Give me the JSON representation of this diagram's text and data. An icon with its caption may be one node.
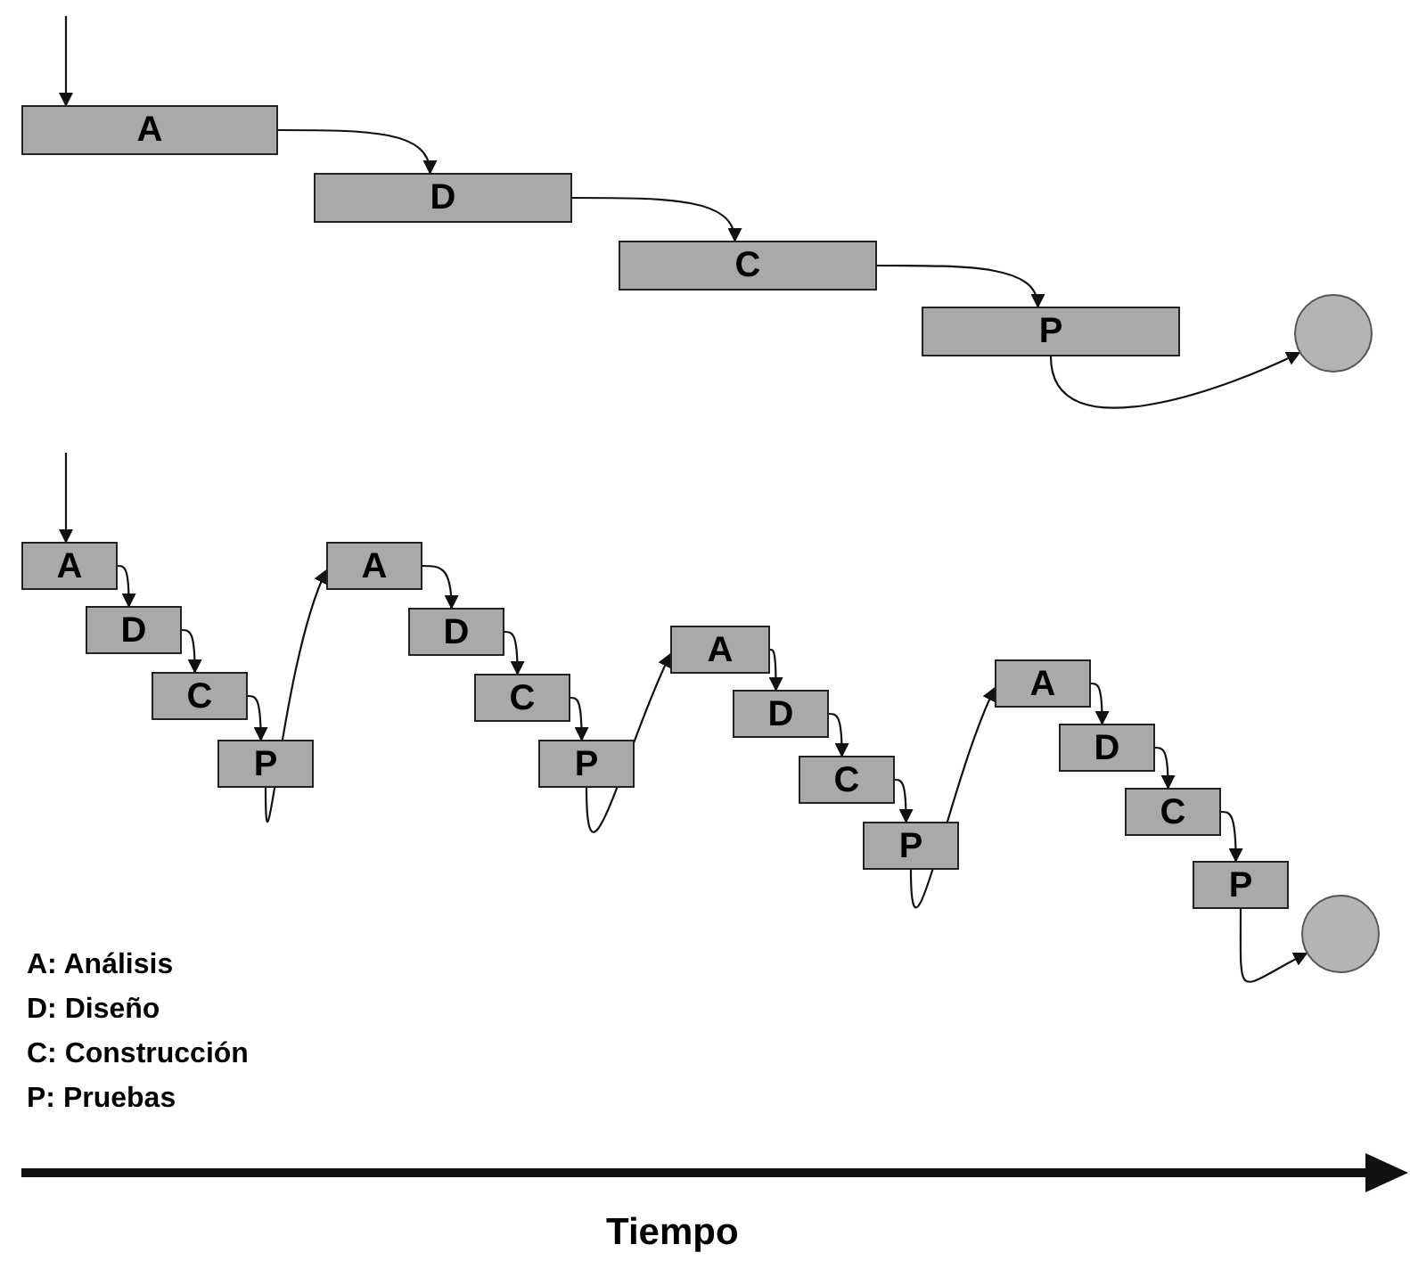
{
  "diagram": {
    "nodes": [
      {
        "text": [
          "A"
        ]
      },
      {
        "text": [
          "D"
        ]
      },
      {
        "text": [
          "C"
        ]
      },
      {
        "text": [
          "P"
        ]
      },
      {
        "text": [],
        "shape": "circle"
      },
      {
        "text": [
          "A"
        ]
      },
      {
        "text": [
          "D"
        ]
      },
      {
        "text": [
          "C"
        ]
      },
      {
        "text": [
          "P"
        ]
      },
      {
        "text": [
          "A"
        ]
      },
      {
        "text": [
          "D"
        ]
      },
      {
        "text": [
          "C"
        ]
      },
      {
        "text": [
          "P"
        ]
      },
      {
        "text": [
          "A"
        ]
      },
      {
        "text": [
          "D"
        ]
      },
      {
        "text": [
          "C"
        ]
      },
      {
        "text": [
          "P"
        ]
      },
      {
        "text": [
          "A"
        ]
      },
      {
        "text": [
          "D"
        ]
      },
      {
        "text": [
          "C"
        ]
      },
      {
        "text": [
          "P"
        ]
      },
      {
        "text": [],
        "shape": "circle"
      }
    ],
    "edges": [
      {
        "from": null,
        "to": 0,
        "arrow": "to"
      },
      {
        "from": 0,
        "to": 1,
        "arrow": "to"
      },
      {
        "from": 1,
        "to": 2,
        "arrow": "to"
      },
      {
        "from": 2,
        "to": 3,
        "arrow": "to"
      },
      {
        "from": 3,
        "to": 4,
        "arrow": "to"
      },
      {
        "from": null,
        "to": 5,
        "arrow": "to"
      },
      {
        "from": 5,
        "to": 6,
        "arrow": "to"
      },
      {
        "from": 6,
        "to": 7,
        "arrow": "to"
      },
      {
        "from": 7,
        "to": 8,
        "arrow": "to"
      },
      {
        "from": 8,
        "to": 9,
        "arrow": "to"
      },
      {
        "from": 9,
        "to": 10,
        "arrow": "to"
      },
      {
        "from": 10,
        "to": 11,
        "arrow": "to"
      },
      {
        "from": 11,
        "to": 12,
        "arrow": "to"
      },
      {
        "from": 12,
        "to": 13,
        "arrow": "to"
      },
      {
        "from": 13,
        "to": 14,
        "arrow": "to"
      },
      {
        "from": 14,
        "to": 15,
        "arrow": "to"
      },
      {
        "from": 15,
        "to": 16,
        "arrow": "to"
      },
      {
        "from": 16,
        "to": 17,
        "arrow": "to"
      },
      {
        "from": 17,
        "to": 18,
        "arrow": "to"
      },
      {
        "from": 18,
        "to": 19,
        "arrow": "to"
      },
      {
        "from": 19,
        "to": 20,
        "arrow": "to"
      },
      {
        "from": 20,
        "to": 21,
        "arrow": "to"
      }
    ],
    "labels": [
      "A: Análisis",
      "D: Diseño",
      "C: Construcción",
      "P: Pruebas",
      "Tiempo"
    ]
  }
}
